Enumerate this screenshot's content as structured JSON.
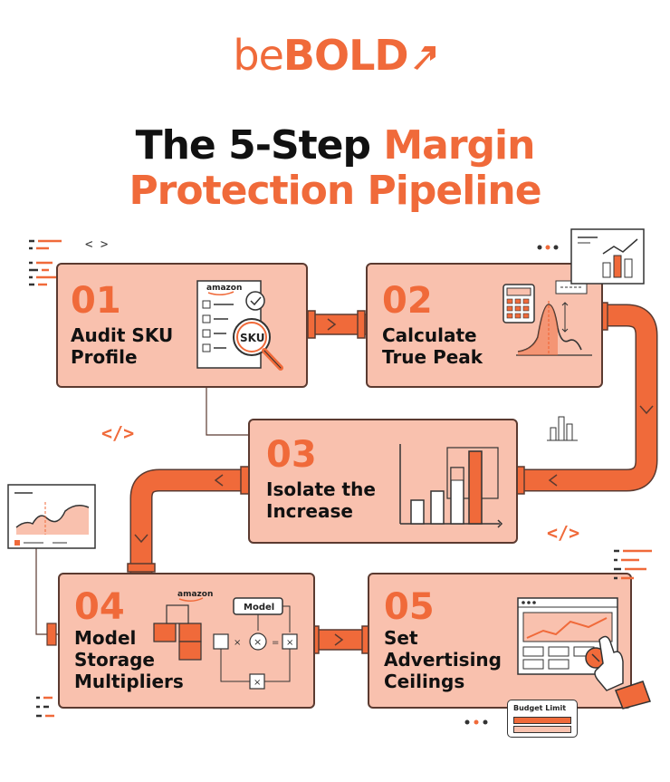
{
  "brand": {
    "prefix": "be",
    "name": "BOLD",
    "color": "#f06a3a"
  },
  "title": {
    "part1": "The 5-Step ",
    "part2": "Margin",
    "line2": "Protection Pipeline"
  },
  "colors": {
    "accent": "#f06a3a",
    "card_fill": "#f9c1ae",
    "outline": "#5b3a30",
    "text": "#111111"
  },
  "steps": [
    {
      "number": "01",
      "label": "Audit SKU\nProfile",
      "icon": "sku-audit-checklist-icon",
      "icon_text": [
        "amazon",
        "SKU"
      ]
    },
    {
      "number": "02",
      "label": "Calculate\nTrue Peak",
      "icon": "calculator-peak-chart-icon",
      "icon_text": []
    },
    {
      "number": "03",
      "label": "Isolate the\nIncrease",
      "icon": "bar-chart-increase-icon",
      "icon_text": []
    },
    {
      "number": "04",
      "label": "Model\nStorage\nMultipliers",
      "icon": "storage-model-flow-icon",
      "icon_text": [
        "amazon",
        "Model"
      ]
    },
    {
      "number": "05",
      "label": "Set\nAdvertising\nCeilings",
      "icon": "ad-dashboard-hand-icon",
      "icon_text": [
        "Budget Limit"
      ]
    }
  ],
  "decor": {
    "code_glyph": "</>",
    "angle_glyph": "< >"
  }
}
